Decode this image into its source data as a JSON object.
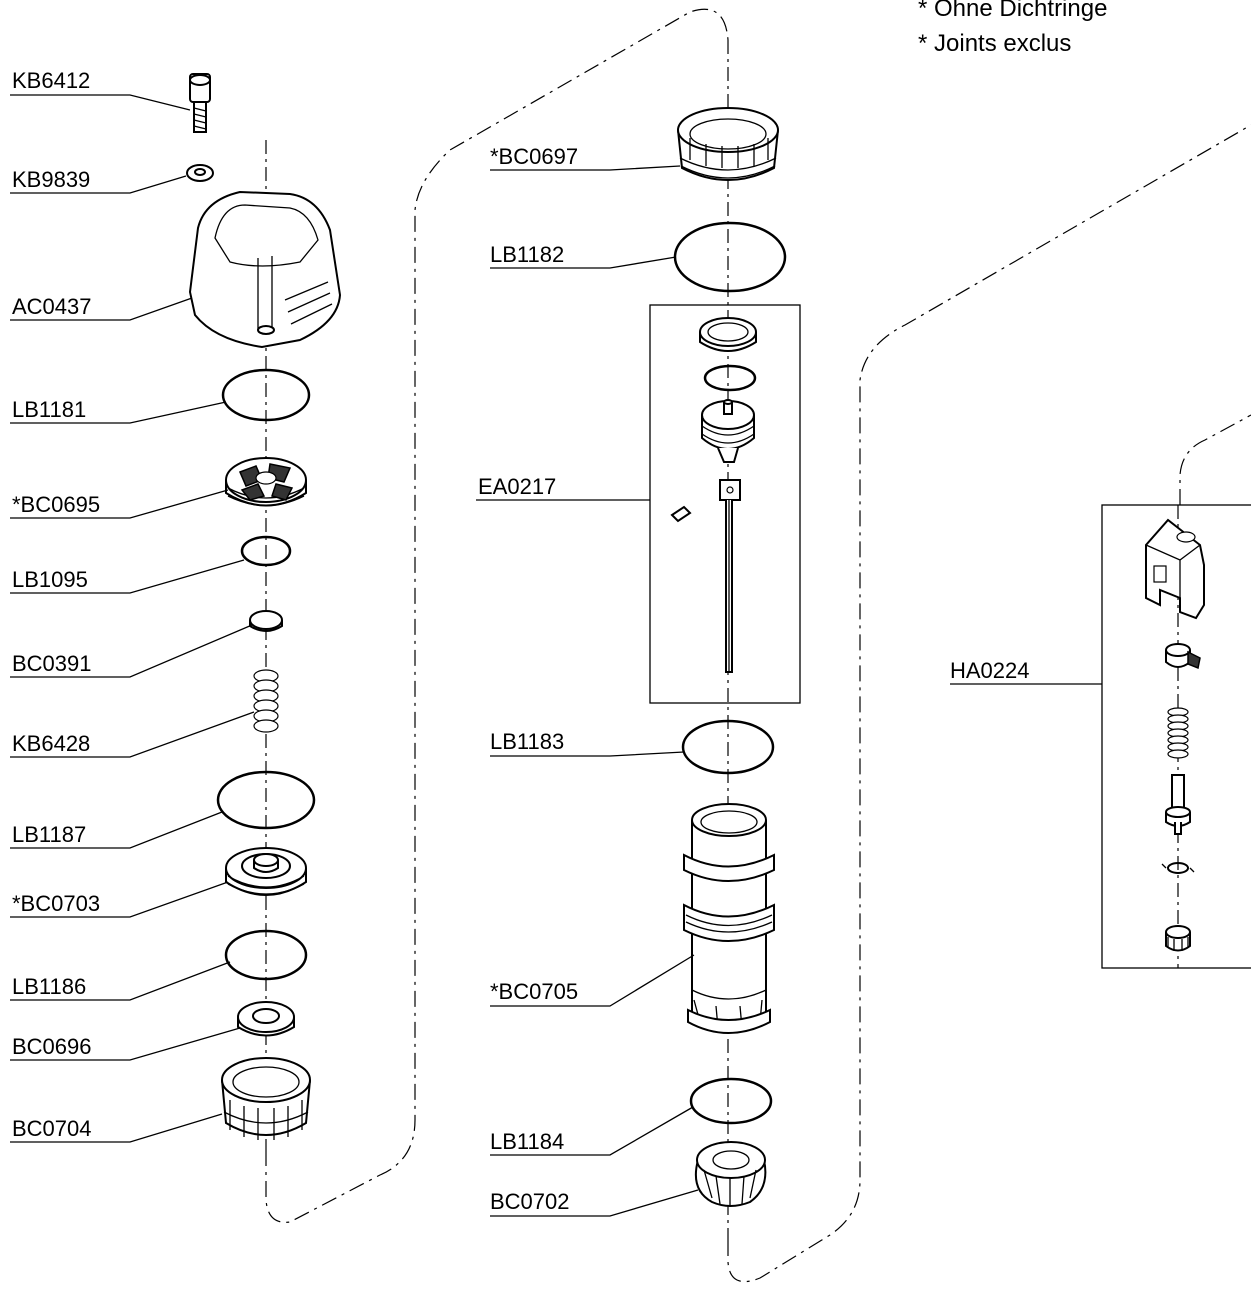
{
  "notes": [
    "* Ohne Dichtringe",
    "* Joints exclus"
  ],
  "labels": {
    "KB6412": "KB6412",
    "KB9839": "KB9839",
    "AC0437": "AC0437",
    "LB1181": "LB1181",
    "BC0695": "*BC0695",
    "LB1095": "LB1095",
    "BC0391": "BC0391",
    "KB6428": "KB6428",
    "LB1187": "LB1187",
    "BC0703": "*BC0703",
    "LB1186": "LB1186",
    "BC0696": "BC0696",
    "BC0704": "BC0704",
    "BC0697": "*BC0697",
    "LB1182": "LB1182",
    "EA0217": "EA0217",
    "LB1183": "LB1183",
    "BC0705": "*BC0705",
    "LB1184": "LB1184",
    "BC0702": "BC0702",
    "HA0224": "HA0224"
  }
}
